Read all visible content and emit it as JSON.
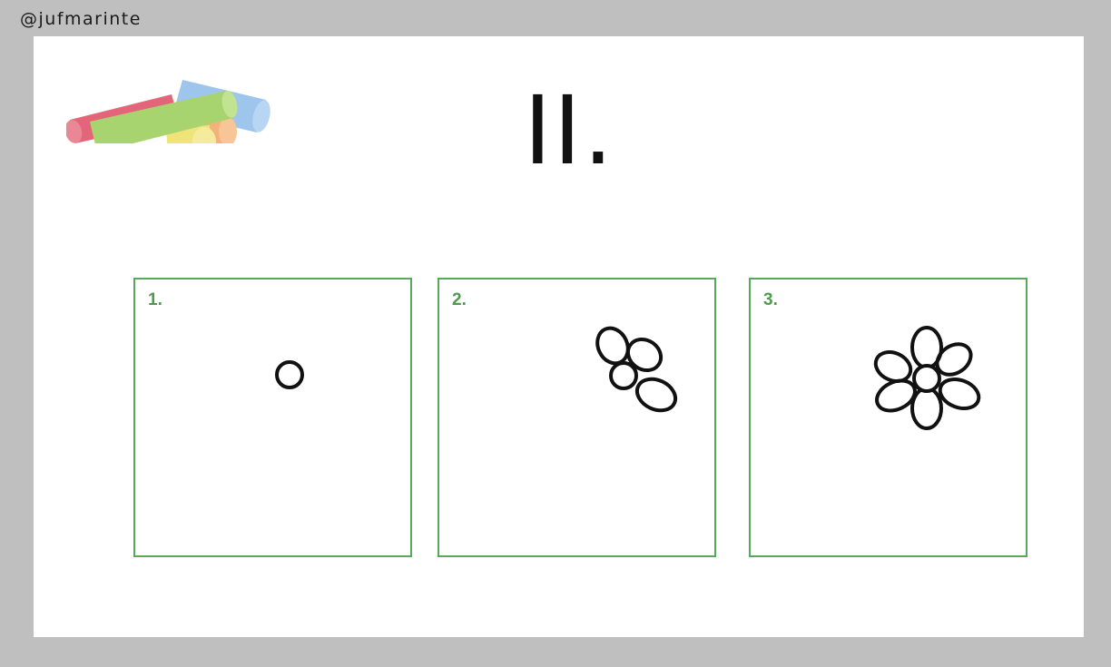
{
  "header": {
    "handle": "@jufmarinte"
  },
  "slide": {
    "title": "II.",
    "steps": [
      {
        "number": "1.",
        "drawing": "circle-center"
      },
      {
        "number": "2.",
        "drawing": "circle-with-three-petals"
      },
      {
        "number": "3.",
        "drawing": "flower-six-petals"
      }
    ]
  },
  "colors": {
    "frame": "#bfbfbf",
    "box_border": "#58a85a",
    "step_number": "#4f9a4c",
    "ink": "#111111"
  },
  "icons": {
    "decoration": "colored-chalk-sticks-icon"
  }
}
